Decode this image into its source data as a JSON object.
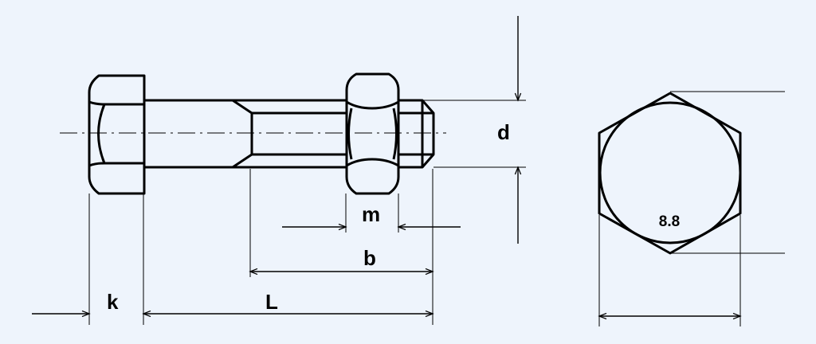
{
  "labels": {
    "d": "d",
    "m": "m",
    "b": "b",
    "k": "k",
    "L": "L",
    "grade": "8.8"
  },
  "colors": {
    "background": "#eef4fc",
    "stroke": "#000000"
  }
}
